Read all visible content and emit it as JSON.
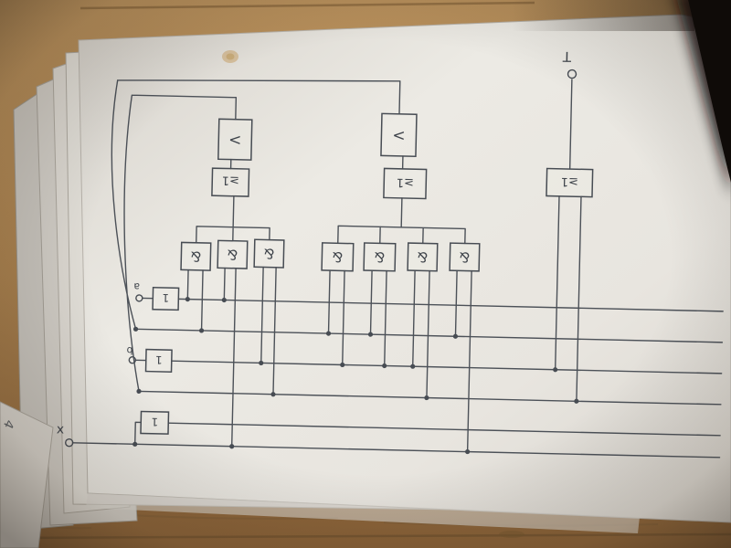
{
  "scene": {
    "paper_color": "#ece9e4",
    "pencil_color": "#4c5158",
    "wood_color": "#a87f4d",
    "shadow_color": "#15110d"
  },
  "diagram": {
    "gate_labels": {
      "and": "&",
      "or": "≥1",
      "buffer": "<",
      "not": "1"
    },
    "signals": {
      "input": "x",
      "output": "T",
      "node_a": "a",
      "node_b": "b"
    },
    "stray_mark": "4"
  }
}
